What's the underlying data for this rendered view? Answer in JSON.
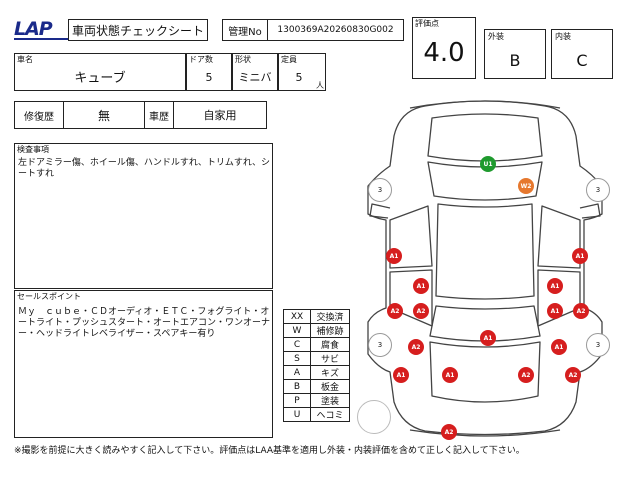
{
  "header": {
    "logo": "LAP",
    "title": "車両状態チェックシート",
    "mgmt_label": "管理No",
    "mgmt_no": "1300369A20260830G002",
    "score_label": "評価点",
    "score": "4.0",
    "exterior_label": "外装",
    "exterior": "B",
    "interior_label": "内装",
    "interior": "C"
  },
  "vehicle": {
    "name_label": "車名",
    "name": "キューブ",
    "doors_label": "ドア数",
    "doors": "5",
    "shape_label": "形状",
    "shape": "ミニバ",
    "capacity_label": "定員",
    "capacity": "5",
    "capacity_unit": "人"
  },
  "history": {
    "repair_label": "修復歴",
    "repair": "無",
    "usage_label": "車歴",
    "usage": "自家用"
  },
  "inspection": {
    "label": "検査事項",
    "text": "左ドアミラー傷、ホイール傷、ハンドルすれ、トリムすれ、シートすれ"
  },
  "sales": {
    "label": "セールスポイント",
    "text": "Ｍｙ　ｃｕｂｅ・ＣＤオーディオ・ＥＴＣ・フォグライト・オートライト・プッシュスタート・オートエアコン・ワンオーナー・ヘッドライトレベライザー・スペアキー有り"
  },
  "legend": [
    {
      "code": "XX",
      "meaning": "交換済"
    },
    {
      "code": "W",
      "meaning": "補修跡"
    },
    {
      "code": "C",
      "meaning": "腐食"
    },
    {
      "code": "S",
      "meaning": "サビ"
    },
    {
      "code": "A",
      "meaning": "キズ"
    },
    {
      "code": "B",
      "meaning": "板金"
    },
    {
      "code": "P",
      "meaning": "塗装"
    },
    {
      "code": "U",
      "meaning": "ヘコミ"
    }
  ],
  "diagram": {
    "marks": [
      {
        "code": "U1",
        "color": "#1f9a2e"
      },
      {
        "code": "W2",
        "color": "#e6782e"
      },
      {
        "code": "A1",
        "color": "#d61e1e"
      },
      {
        "code": "A1",
        "color": "#d61e1e"
      },
      {
        "code": "A1",
        "color": "#d61e1e"
      },
      {
        "code": "A1",
        "color": "#d61e1e"
      },
      {
        "code": "A2",
        "color": "#d61e1e"
      },
      {
        "code": "A2",
        "color": "#d61e1e"
      },
      {
        "code": "A1",
        "color": "#d61e1e"
      },
      {
        "code": "A2",
        "color": "#d61e1e"
      },
      {
        "code": "A2",
        "color": "#d61e1e"
      },
      {
        "code": "A1",
        "color": "#d61e1e"
      },
      {
        "code": "A1",
        "color": "#d61e1e"
      },
      {
        "code": "A1",
        "color": "#d61e1e"
      },
      {
        "code": "A2",
        "color": "#d61e1e"
      },
      {
        "code": "A2",
        "color": "#d61e1e"
      },
      {
        "code": "A1",
        "color": "#d61e1e"
      },
      {
        "code": "A2",
        "color": "#d61e1e"
      }
    ],
    "wheels": [
      "3",
      "3",
      "3",
      "3"
    ]
  },
  "footer": {
    "note": "※撮影を前提に大きく読みやすく記入して下さい。評価点はLAA基準を適用し外装・内装評価を含めて正しく記入して下さい。"
  }
}
